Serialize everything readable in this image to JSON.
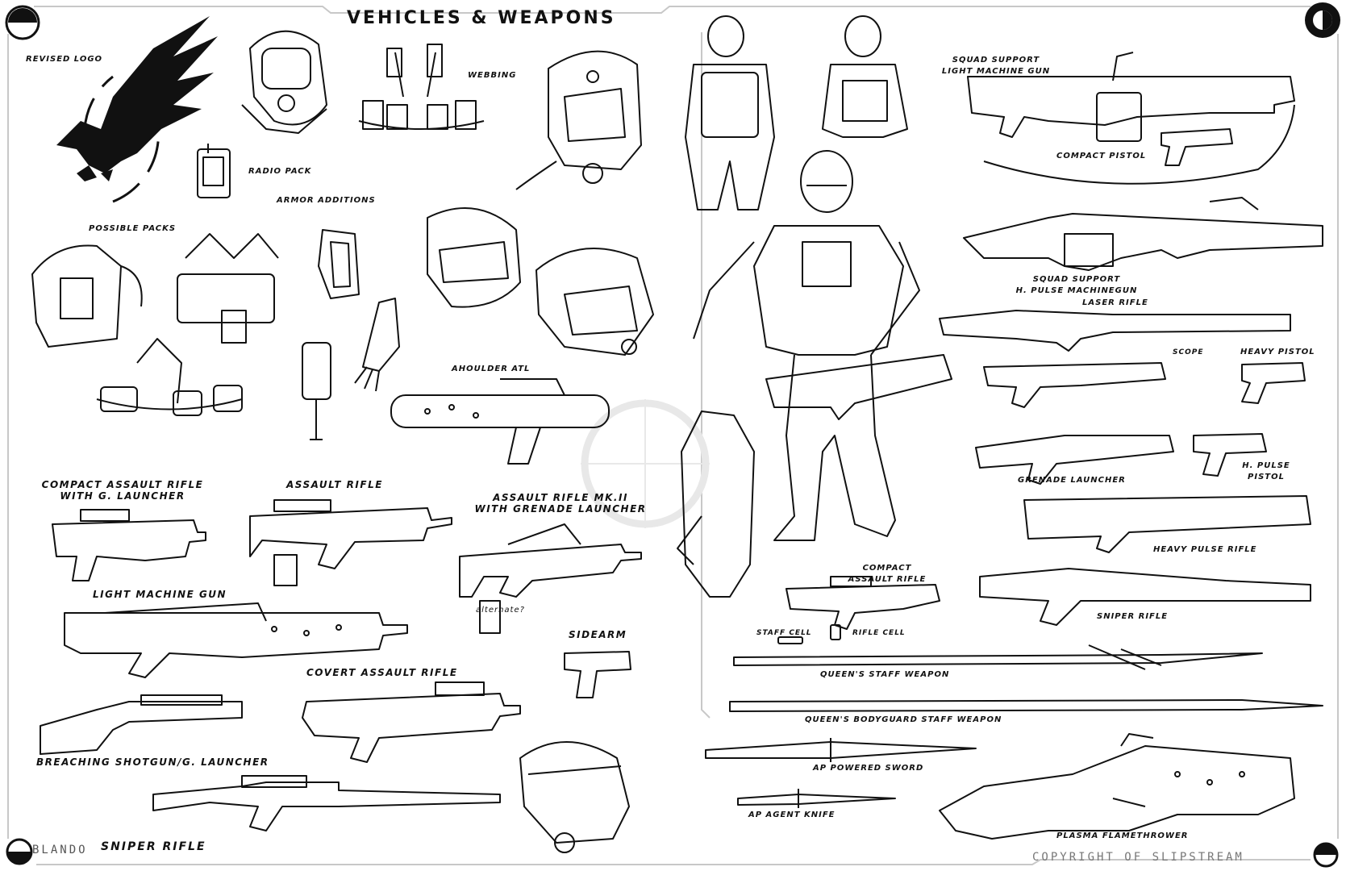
{
  "sheet": {
    "title": "Vehicles & Weapons",
    "artist": "BLANDO",
    "copyright": "Copyright of Slipstream"
  },
  "labels": {
    "revised_logo": "Revised Logo",
    "radio_pack": "Radio Pack",
    "webbing": "Webbing",
    "armor_additions": "Armor Additions",
    "possible_packs": "Possible Packs",
    "shoulder_atl": "Ahoulder ATL",
    "compact_ar_gl": "Compact Assault Rifle\nwith G. Launcher",
    "assault_rifle": "Assault Rifle",
    "ar_mk2_gl": "Assault Rifle Mk.ii\nwith Grenade Launcher",
    "alternate_note": "alternate?",
    "light_machine_gun": "Light Machine Gun",
    "sidearm": "Sidearm",
    "covert_ar": "Covert Assault Rifle",
    "breaching_shotgun": "Breaching Shotgun/G. Launcher",
    "sniper_rifle_left": "Sniper Rifle",
    "squad_support_lmg": "Squad Support\nLight Machine Gun",
    "compact_pistol": "Compact Pistol",
    "squad_support_hpmg": "Squad Support\nH. Pulse Machinegun",
    "laser_rifle": "Laser Rifle",
    "scope": "Scope",
    "heavy_pistol": "Heavy Pistol",
    "grenade_launcher": "Grenade Launcher",
    "h_pulse_pistol": "H. Pulse\nPistol",
    "heavy_pulse_rifle": "Heavy Pulse Rifle",
    "compact_ar_right": "Compact\nAssault Rifle",
    "sniper_rifle_right": "Sniper Rifle",
    "staff_cell": "Staff Cell",
    "rifle_cell": "Rifle Cell",
    "queens_staff": "Queen's Staff Weapon",
    "queens_bodyguard_staff": "Queen's Bodyguard Staff Weapon",
    "ap_powered_sword": "AP Powered Sword",
    "ap_agent_knife": "AP Agent Knife",
    "plasma_flamethrower": "Plasma Flamethrower"
  },
  "icons": {
    "corner_mark": "half-disc-badge-icon",
    "logo": "eagle-emblem-icon",
    "watermark": "crosshair-ring-icon"
  },
  "colors": {
    "ink": "#111111",
    "paper": "#ffffff",
    "frame": "#c8c8c8",
    "watermark": "#e6e6e6"
  }
}
